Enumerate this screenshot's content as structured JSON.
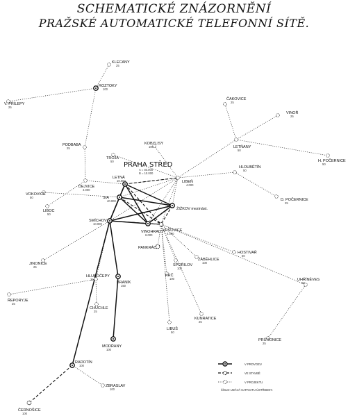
{
  "title": {
    "line1": "SCHEMATICKÉ ZNÁZORNĚNÍ",
    "line2": "PRAŽSKÉ AUTOMATICKÉ TELEFONNÍ SÍTĚ."
  },
  "hub": {
    "name": "PRAHA STŘED",
    "sub1": "A = 40.000",
    "sub2": "B = 10.000"
  },
  "nodes": [
    {
      "id": "klecany",
      "name": "KLECANY",
      "cap": "25",
      "type": "planned"
    },
    {
      "id": "roztoky",
      "name": "ROZTOKY",
      "cap": "100",
      "type": "operating"
    },
    {
      "id": "prilepy",
      "name": "V. PŘÍLEPY",
      "cap": "25",
      "type": "planned"
    },
    {
      "id": "podbaba",
      "name": "PODBABA",
      "cap": "25",
      "type": "planned"
    },
    {
      "id": "troja",
      "name": "TROJA",
      "cap": "50",
      "type": "planned"
    },
    {
      "id": "kobylisy",
      "name": "KOBYLISY",
      "cap": "100",
      "type": "planned"
    },
    {
      "id": "cakovice",
      "name": "ČAKOVICE",
      "cap": "25",
      "type": "planned"
    },
    {
      "id": "vinor",
      "name": "VINOŘ",
      "cap": "25",
      "type": "planned"
    },
    {
      "id": "letnany",
      "name": "LETŇANY",
      "cap": "50",
      "type": "planned"
    },
    {
      "id": "hpocernice",
      "name": "H. POČERNICE",
      "cap": "50",
      "type": "planned"
    },
    {
      "id": "hloubetin",
      "name": "HLOUBĚTÍN",
      "cap": "50",
      "type": "planned"
    },
    {
      "id": "liben",
      "name": "LIBEŇ",
      "cap": "4.000",
      "type": "planned"
    },
    {
      "id": "dpocernice",
      "name": "D. POČERNICE",
      "cap": "25",
      "type": "planned"
    },
    {
      "id": "dejvice",
      "name": "DEJVICE",
      "cap": "4.000",
      "type": "planned"
    },
    {
      "id": "letna",
      "name": "LETNÁ",
      "cap": "10.000",
      "type": "operating"
    },
    {
      "id": "sia",
      "name": "SIA",
      "cap": "40.000",
      "type": "operating"
    },
    {
      "id": "vokovice",
      "name": "VOKOVICE",
      "cap": "50",
      "type": "planned"
    },
    {
      "id": "liboc",
      "name": "LIBOC",
      "cap": "50",
      "type": "planned"
    },
    {
      "id": "smichov",
      "name": "SMÍCHOV",
      "cap": "10.000",
      "type": "operating"
    },
    {
      "id": "zizkov",
      "name": "ŽIŽKOV mezinást.",
      "cap": "",
      "type": "operating"
    },
    {
      "id": "vinohrady",
      "name": "VINOHRADY",
      "cap": "6.000",
      "type": "operating"
    },
    {
      "id": "vrsovice",
      "name": "VRŠOVICE",
      "cap": "4.000",
      "type": "construction"
    },
    {
      "id": "jinonice",
      "name": "JINONICE",
      "cap": "25",
      "type": "planned"
    },
    {
      "id": "pankrac",
      "name": "PANKRÁC",
      "cap": "",
      "type": "construction"
    },
    {
      "id": "hostivar",
      "name": "HOSTIVAŘ",
      "cap": "50",
      "type": "planned"
    },
    {
      "id": "zabehlice",
      "name": "ZÁBĚHLICE",
      "cap": "100",
      "type": "planned"
    },
    {
      "id": "sporilov",
      "name": "SPOŘILOV",
      "cap": "100",
      "type": "planned"
    },
    {
      "id": "reporyje",
      "name": "ŘEPORYJE",
      "cap": "25",
      "type": "planned"
    },
    {
      "id": "hlubocepy",
      "name": "HLUBOČEPY",
      "cap": "25",
      "type": "planned"
    },
    {
      "id": "branik",
      "name": "BRANÍK",
      "cap": "150",
      "type": "operating"
    },
    {
      "id": "krc",
      "name": "KRČ",
      "cap": "100",
      "type": "planned"
    },
    {
      "id": "uhrineves",
      "name": "UHŘÍNĚVES",
      "cap": "50",
      "type": "planned"
    },
    {
      "id": "chuchle",
      "name": "CHUCHLE",
      "cap": "25",
      "type": "planned"
    },
    {
      "id": "konratice",
      "name": "KUNRATICE",
      "cap": "25",
      "type": "planned"
    },
    {
      "id": "libus",
      "name": "LIBUŠ",
      "cap": "50",
      "type": "planned"
    },
    {
      "id": "pruhonice",
      "name": "PRŮHONICE",
      "cap": "25",
      "type": "planned"
    },
    {
      "id": "modrany",
      "name": "MODŘANY",
      "cap": "100",
      "type": "operating"
    },
    {
      "id": "radotin",
      "name": "RADOTÍN",
      "cap": "100",
      "type": "operating"
    },
    {
      "id": "zbraslav",
      "name": "ZBRASLAV",
      "cap": "100",
      "type": "planned"
    },
    {
      "id": "cernosice",
      "name": "ČERNOŠICE",
      "cap": "100",
      "type": "construction"
    }
  ],
  "legend": {
    "operating": "V PROVOZU",
    "construction": "VE STAVBĚ",
    "planned": "V PROJEKTU",
    "note": "ČÍSLO UDÁVÁ KAPACITU ÚSTŘEDNY."
  }
}
